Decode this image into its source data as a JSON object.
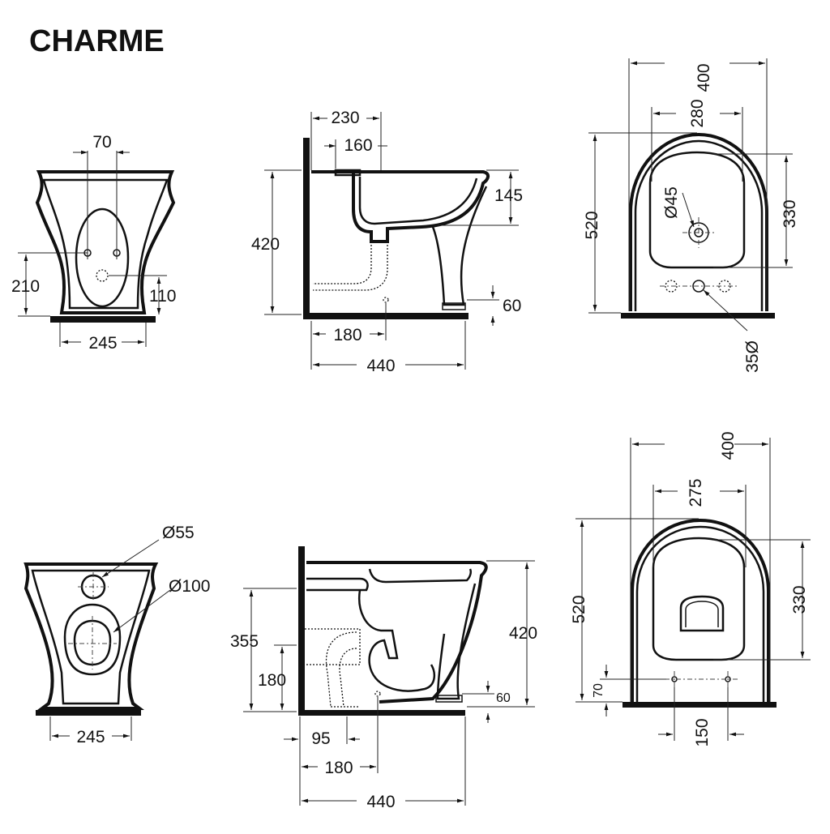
{
  "title": "CHARME",
  "dims": {
    "a_70": "70",
    "a_210": "210",
    "a_110": "110",
    "a_245": "245",
    "b_230": "230",
    "b_160": "160",
    "b_145": "145",
    "b_420": "420",
    "b_60": "60",
    "b_180": "180",
    "b_440": "440",
    "c_400": "400",
    "c_280": "280",
    "c_520": "520",
    "c_330": "330",
    "c_45": "Ø45",
    "c_35": "35Ø",
    "d_55": "Ø55",
    "d_100": "Ø100",
    "d_245": "245",
    "e_355": "355",
    "e_180": "180",
    "e_420": "420",
    "e_60": "60",
    "e_95": "95",
    "e_180b": "180",
    "e_440": "440",
    "f_400": "400",
    "f_275": "275",
    "f_520": "520",
    "f_330": "330",
    "f_70": "70",
    "f_150": "150"
  }
}
